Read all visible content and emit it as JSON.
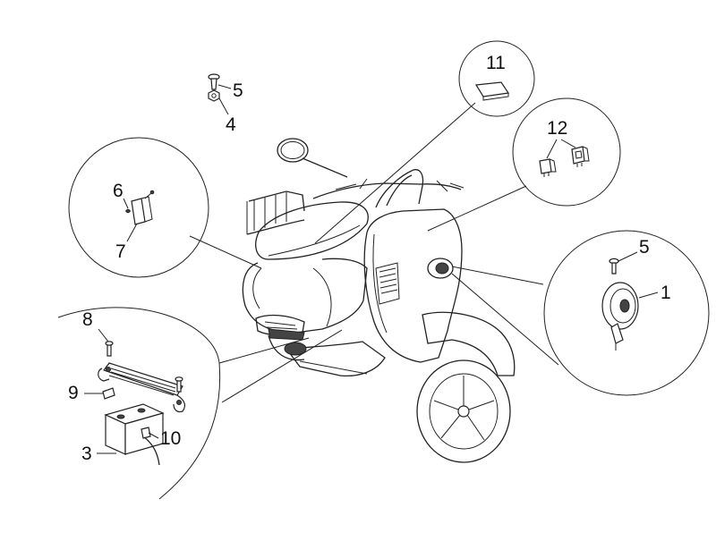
{
  "callouts": {
    "horn": "1",
    "battery": "3",
    "top_nut": "4",
    "top_screw": "5",
    "horn_screw": "5",
    "relay_clip": "6",
    "relay_unit": "7",
    "battery_screw": "8",
    "battery_clip": "9",
    "battery_cable": "10",
    "fuse_box": "11",
    "relays": "12"
  }
}
